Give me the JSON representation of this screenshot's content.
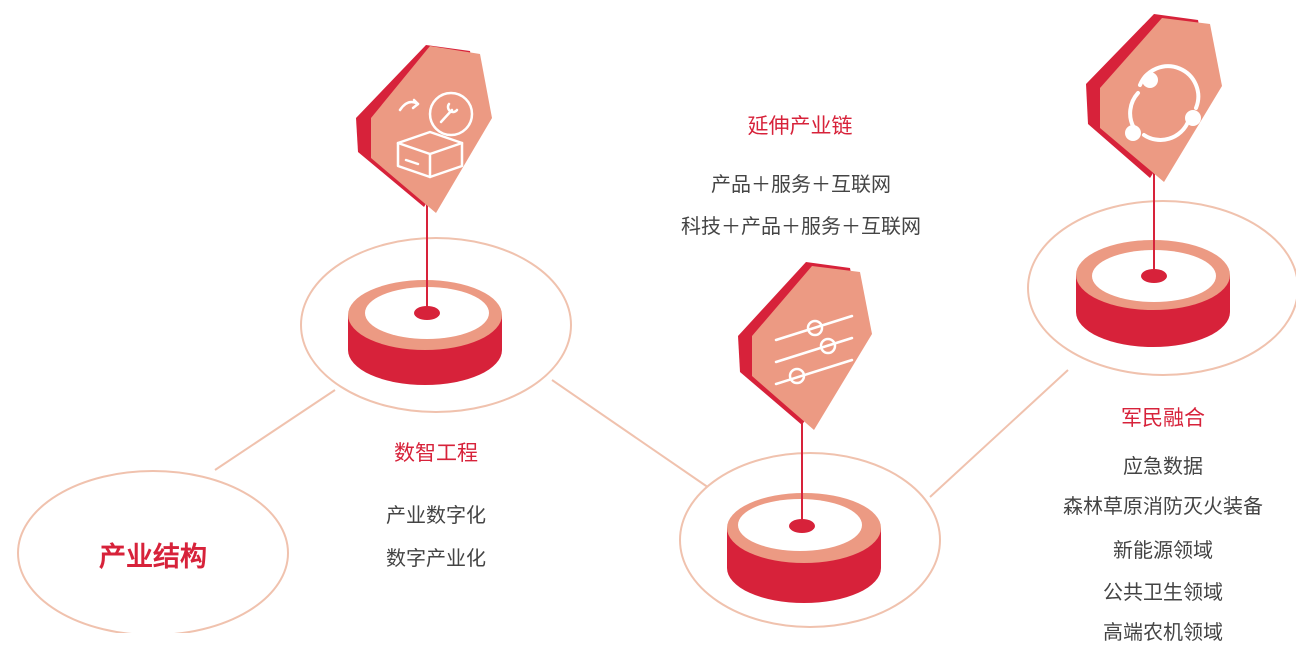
{
  "colors": {
    "accent_red": "#d7223a",
    "salmon": "#ec9a83",
    "line": "#f0c2ae",
    "text_grey": "#444444"
  },
  "root": {
    "label": "产业结构"
  },
  "nodes": [
    {
      "id": "digital",
      "title": "数智工程",
      "items": [
        "产业数字化",
        "数字产业化"
      ],
      "icon": "box-with-wrench-icon"
    },
    {
      "id": "chain",
      "title": "延伸产业链",
      "items": [
        "产品＋服务＋互联网",
        "科技＋产品＋服务＋互联网"
      ],
      "icon": "sliders-icon"
    },
    {
      "id": "military",
      "title": "军民融合",
      "items": [
        "应急数据",
        "森林草原消防灭火装备",
        "新能源领域",
        "公共卫生领域",
        "高端农机领域"
      ],
      "icon": "share-network-icon"
    }
  ]
}
